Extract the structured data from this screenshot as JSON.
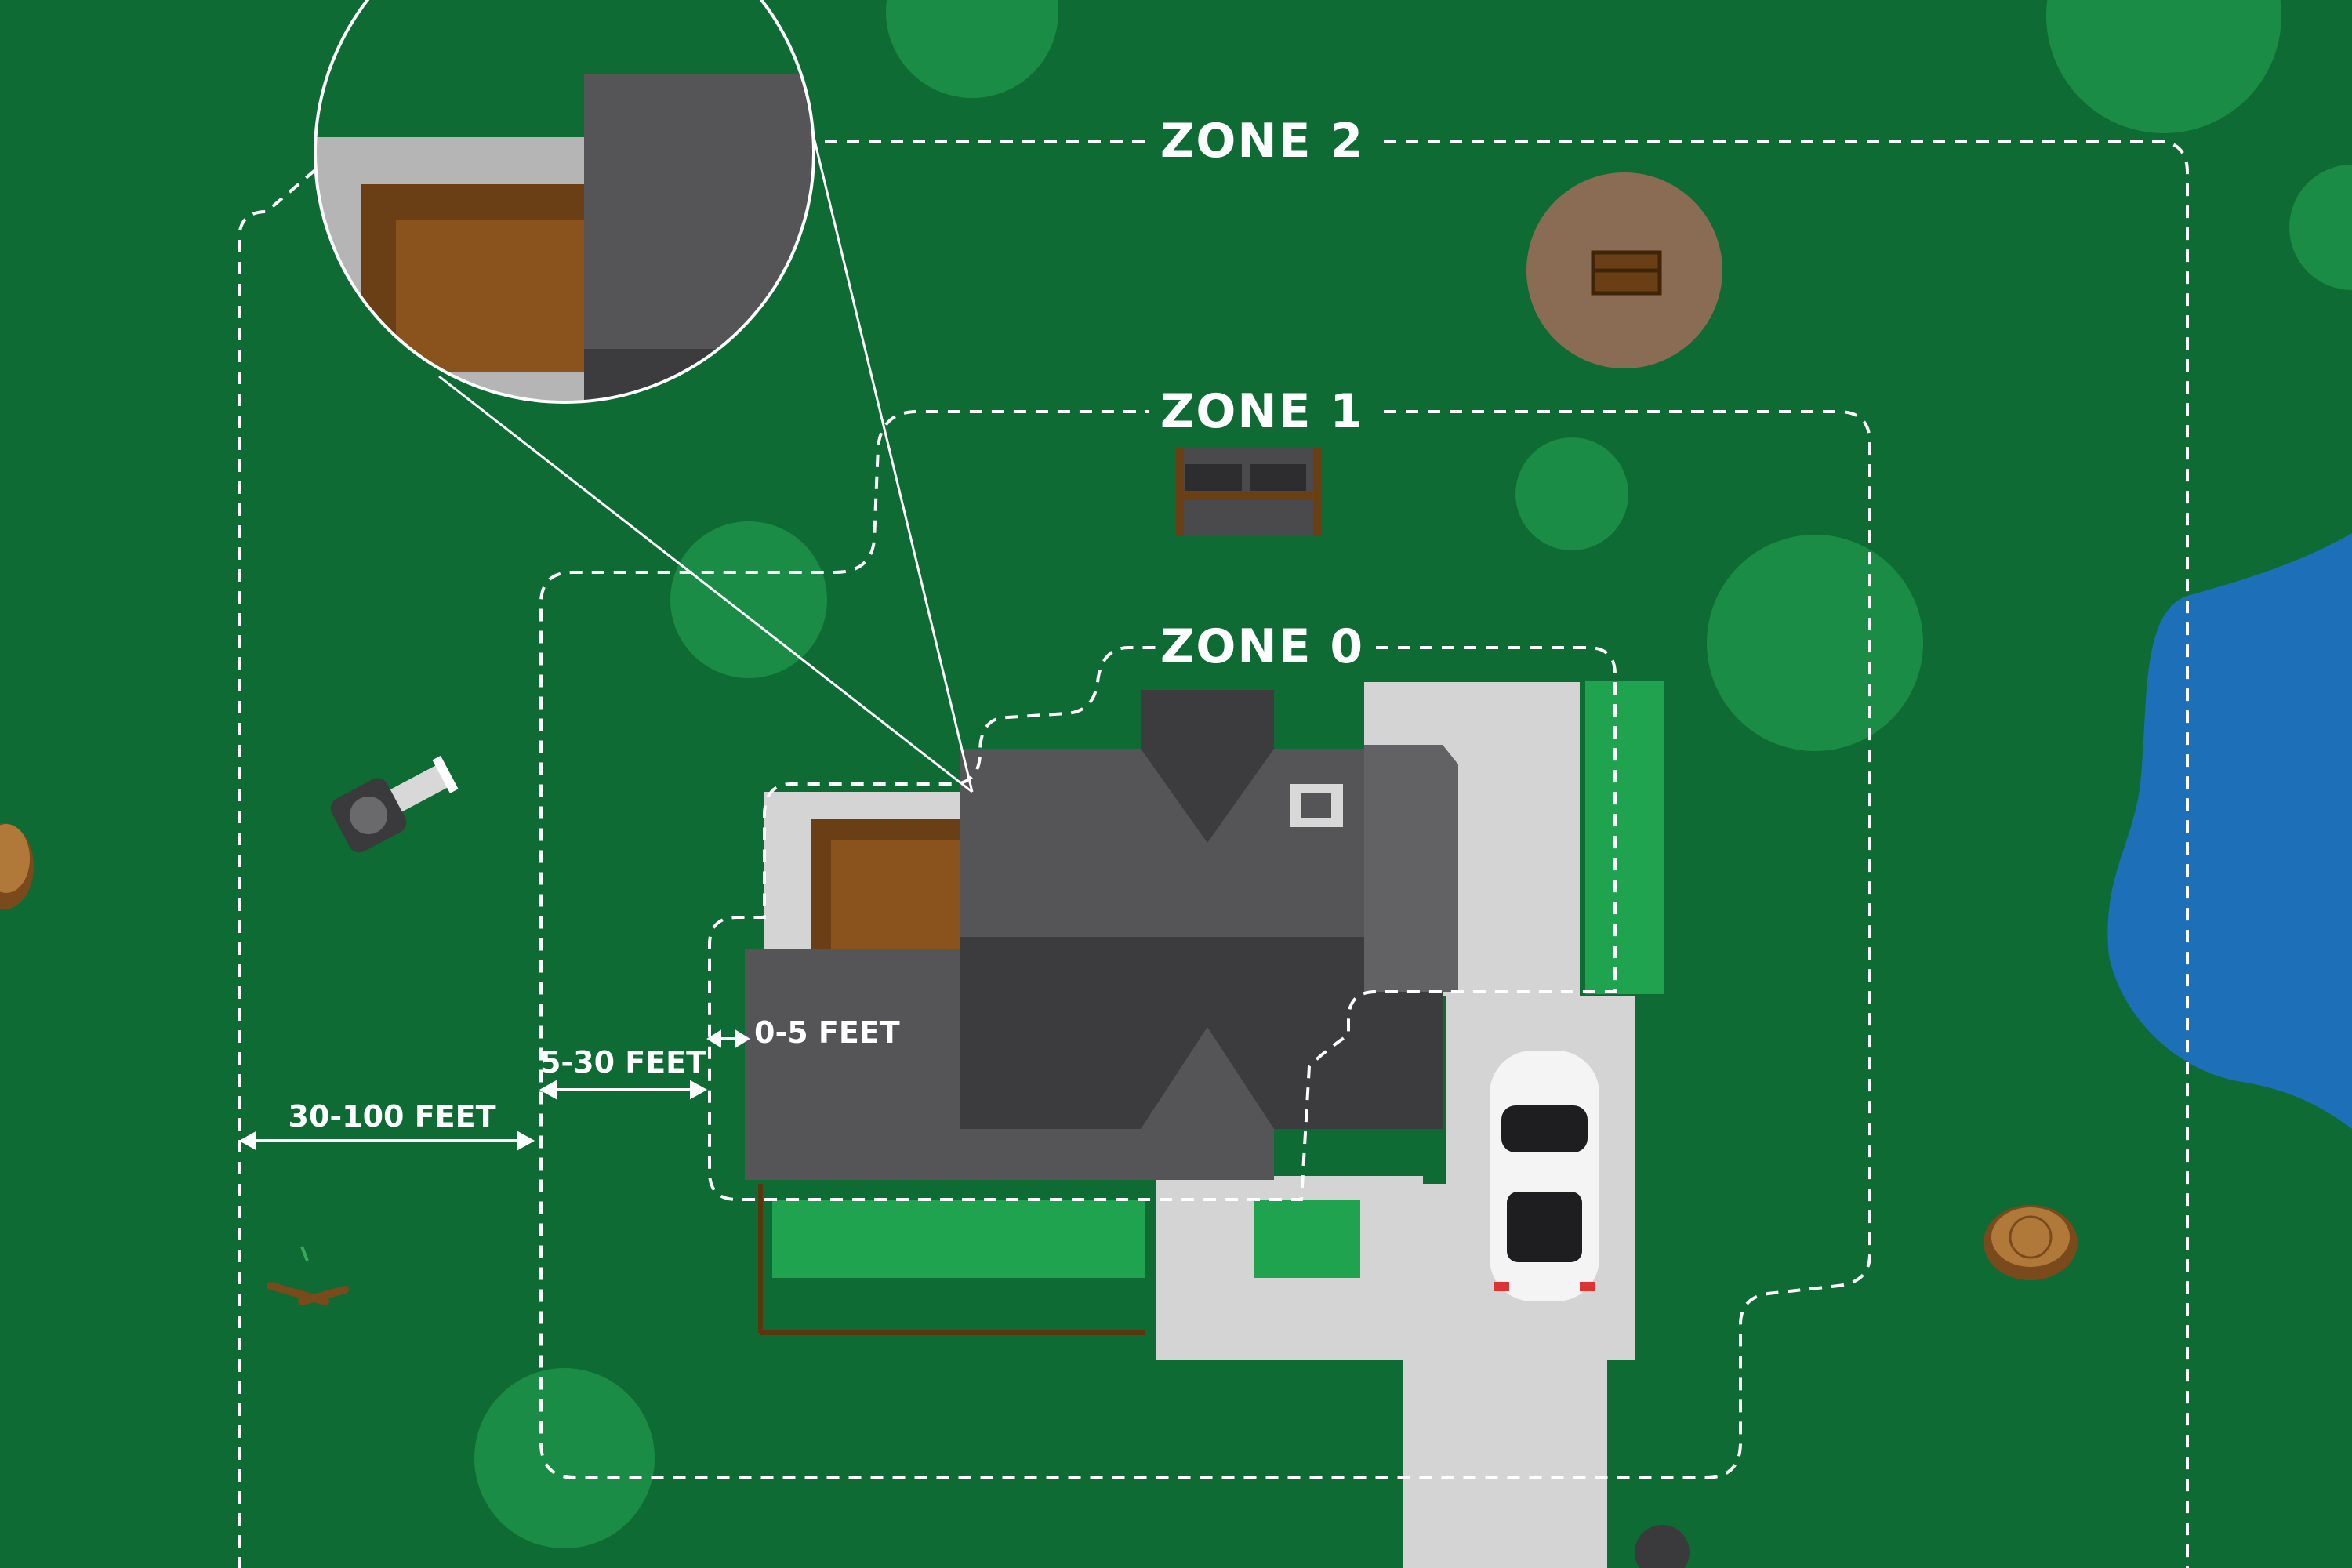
{
  "zones": {
    "zone0": "ZONE 0",
    "zone1": "ZONE 1",
    "zone2": "ZONE 2"
  },
  "distances": {
    "inner": "0-5 FEET",
    "middle": "5-30 FEET",
    "outer": "30-100 FEET"
  },
  "colors": {
    "grass": "#0e6b33",
    "tree": "#1a8c45",
    "shrub_bed": "#1fa34e",
    "roof_dark": "#3c3c3e",
    "roof_light": "#555557",
    "concrete": "#d4d4d4",
    "mulch": "#6b3f16",
    "pond": "#1d6fb8",
    "fire_pit_ground": "#8a6c55",
    "stump": "#7a4a1c",
    "boundary": "#ffffff"
  },
  "icons": [
    "lawn-mower-icon",
    "car-icon",
    "bench-icon",
    "stump-icon",
    "fire-pit-icon",
    "debris-icon",
    "magnifier-callout-icon"
  ]
}
